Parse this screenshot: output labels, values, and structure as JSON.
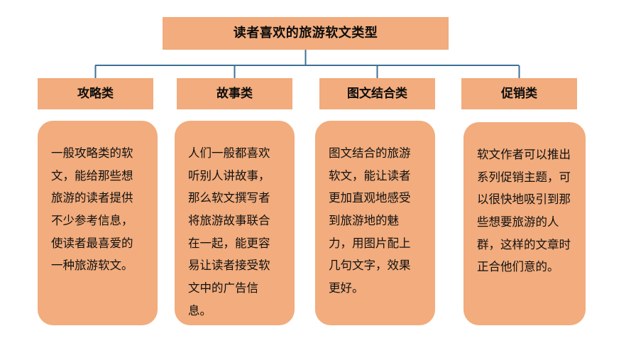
{
  "diagram": {
    "type": "organization-tree",
    "title": "读者喜欢的旅游软文类型",
    "colors": {
      "box_fill": "#F2AC7D",
      "connector_line": "#3E7196",
      "text": "#0D0D0D",
      "background": "#FFFFFF"
    },
    "categories": [
      {
        "header": "攻略类",
        "body": "一般攻略类的软文，能给那些想旅游的读者提供不少参考信息，使读者最喜爱的一种旅游软文。"
      },
      {
        "header": "故事类",
        "body": "人们一般都喜欢听别人讲故事，那么软文撰写者将旅游故事联合在一起，能更容易让读者接受软文中的广告信息。"
      },
      {
        "header": "图文结合类",
        "body": "图文结合的旅游软文，能让读者更加直观地感受到旅游地的魅力，用图片配上几句文字，效果更好。"
      },
      {
        "header": "促销类",
        "body": "软文作者可以推出系列促销主题，可以很快地吸引到那些想要旅游的人群，这样的文章时正合他们意的。"
      }
    ]
  }
}
